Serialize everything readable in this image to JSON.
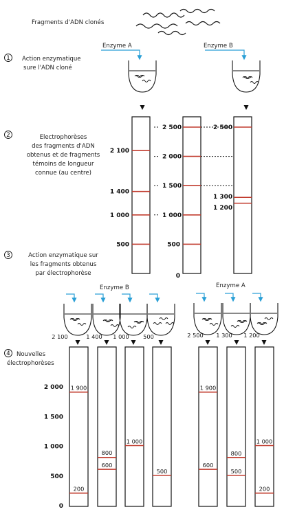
{
  "title": "Fragments d'ADN clonés",
  "colors": {
    "band": "#c0392b",
    "arrow": "#2a9fd6",
    "ink": "#111111"
  },
  "steps": [
    {
      "num": "1",
      "lines": [
        "Action enzymatique",
        "sure l'ADN cloné"
      ]
    },
    {
      "num": "2",
      "lines": [
        "Electrophorèses",
        "des fragments d'ADN",
        "obtenus et de fragments",
        "témoins de longueur",
        "connue (au centre)"
      ]
    },
    {
      "num": "3",
      "lines": [
        "Action enzymatique sur",
        "les fragments obtenus",
        "par électrophorèse"
      ]
    },
    {
      "num": "4",
      "lines": [
        "Nouvelles",
        "électrophorèses"
      ]
    }
  ],
  "step1": {
    "enzymeA": "Enzyme A",
    "enzymeB": "Enzyme B"
  },
  "step2": {
    "left_labels": [
      "2 100",
      "1 400",
      "1 000",
      "500"
    ],
    "ladder_right_labels": [
      "2 500",
      "2 000",
      "1 500",
      "1 000",
      "500",
      "0"
    ],
    "right_gel_labels": [
      "2 500",
      "1 300",
      "1 200"
    ],
    "bands_A": [
      2100,
      1400,
      1000,
      500
    ],
    "bands_ladder": [
      2500,
      2000,
      1500,
      1000,
      500
    ],
    "bands_B": [
      2500,
      1300,
      1200
    ]
  },
  "step3": {
    "enzymeB": "Enzyme B",
    "enzymeA": "Enzyme A",
    "tube_labels_left": [
      "2 100",
      "1 400",
      "1 000",
      "500"
    ],
    "tube_labels_right": [
      "2 500",
      "1 300",
      "1 200"
    ]
  },
  "step4": {
    "axis_labels": [
      "2 000",
      "1 500",
      "1 000",
      "500",
      "0"
    ],
    "gels": [
      {
        "labels": [
          "1 900",
          "200"
        ],
        "bands": [
          1900,
          200
        ]
      },
      {
        "labels": [
          "800",
          "600"
        ],
        "bands": [
          800,
          600
        ]
      },
      {
        "labels": [
          "1 000"
        ],
        "bands": [
          1000
        ]
      },
      {
        "labels": [
          "500"
        ],
        "bands": [
          500
        ]
      },
      {
        "labels": [
          "1 900",
          "600"
        ],
        "bands": [
          1900,
          600
        ]
      },
      {
        "labels": [
          "800",
          "500"
        ],
        "bands": [
          800,
          500
        ]
      },
      {
        "labels": [
          "1 000",
          "200"
        ],
        "bands": [
          1000,
          200
        ]
      }
    ]
  }
}
